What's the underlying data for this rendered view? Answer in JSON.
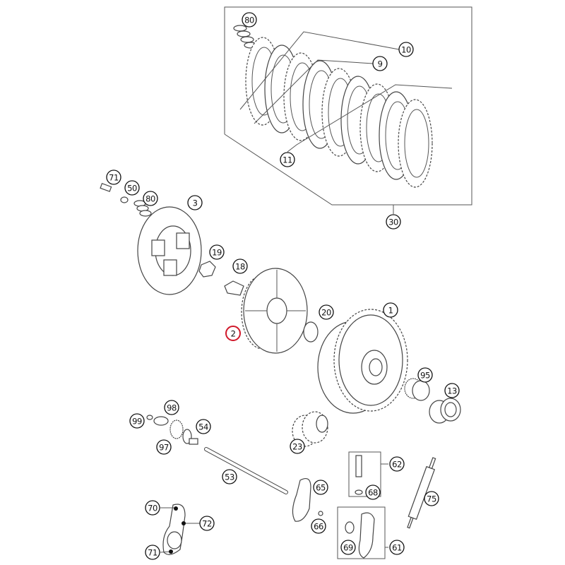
{
  "diagram": {
    "highlight_color": "#d0182a",
    "callouts": [
      {
        "label": "80"
      },
      {
        "label": "10"
      },
      {
        "label": "9"
      },
      {
        "label": "11"
      },
      {
        "label": "30"
      },
      {
        "label": "71"
      },
      {
        "label": "50"
      },
      {
        "label": "80"
      },
      {
        "label": "3"
      },
      {
        "label": "19"
      },
      {
        "label": "18"
      },
      {
        "label": "2",
        "highlighted": true
      },
      {
        "label": "20"
      },
      {
        "label": "1"
      },
      {
        "label": "95"
      },
      {
        "label": "13"
      },
      {
        "label": "99"
      },
      {
        "label": "98"
      },
      {
        "label": "54"
      },
      {
        "label": "97"
      },
      {
        "label": "23"
      },
      {
        "label": "53"
      },
      {
        "label": "62"
      },
      {
        "label": "68"
      },
      {
        "label": "65"
      },
      {
        "label": "75"
      },
      {
        "label": "70"
      },
      {
        "label": "72"
      },
      {
        "label": "66"
      },
      {
        "label": "71"
      },
      {
        "label": "69"
      },
      {
        "label": "61"
      }
    ]
  }
}
